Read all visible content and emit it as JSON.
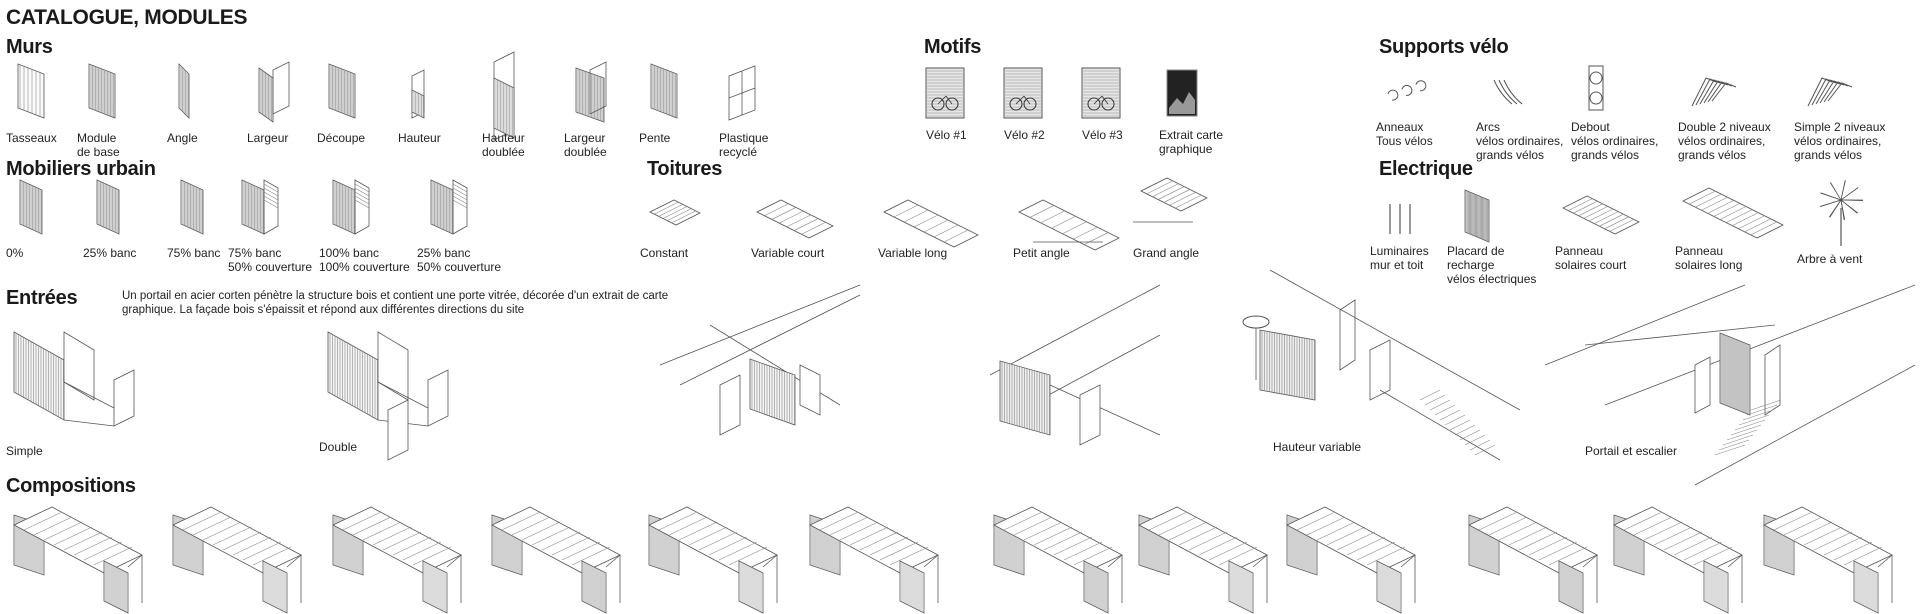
{
  "title": "CATALOGUE, MODULES",
  "murs": {
    "heading": "Murs",
    "items": [
      "Tasseaux",
      "Module\nde base",
      "Angle",
      "Largeur",
      "Découpe",
      "Hauteur",
      "Hauteur\ndoublée",
      "Largeur\ndoublée",
      "Pente",
      "Plastique\nrecyclé"
    ]
  },
  "motifs": {
    "heading": "Motifs",
    "items": [
      "Vélo #1",
      "Vélo #2",
      "Vélo #3",
      "Extrait carte\ngraphique"
    ]
  },
  "supports": {
    "heading": "Supports vélo",
    "items": [
      "Anneaux\nTous vélos",
      "Arcs\nvélos ordinaires,\ngrands vélos",
      "Debout\nvélos ordinaires,\ngrands vélos",
      "Double 2 niveaux\nvélos ordinaires,\ngrands vélos",
      "Simple 2 niveaux\nvélos ordinaires,\ngrands vélos"
    ]
  },
  "mobiliers": {
    "heading": "Mobiliers urbain",
    "items": [
      "0%",
      "25% banc",
      "75% banc",
      "75% banc\n50% couverture",
      "100% banc\n100% couverture",
      "25% banc\n50% couverture"
    ]
  },
  "toitures": {
    "heading": "Toitures",
    "items": [
      "Constant",
      "Variable court",
      "Variable long",
      "Petit angle",
      "Grand angle"
    ]
  },
  "electrique": {
    "heading": "Electrique",
    "items": [
      "Luminaires\nmur et toit",
      "Placard de\nrecharge\nvélos électriques",
      "Panneau\nsolaires court",
      "Panneau\nsolaires long",
      "Arbre à vent"
    ]
  },
  "entrees": {
    "heading": "Entrées",
    "description": "Un portail en acier corten pénètre la structure bois et contient une porte vitrée, décorée d'un extrait de carte graphique. La façade bois s'épaissit et répond aux différentes directions du site",
    "items": [
      "Simple",
      "Double",
      "Hauteur variable",
      "Portail et escalier"
    ]
  },
  "compositions": {
    "heading": "Compositions",
    "count": 12
  },
  "colors": {
    "line": "#555555",
    "hatch": "#888888",
    "text": "#1a1a1a"
  }
}
